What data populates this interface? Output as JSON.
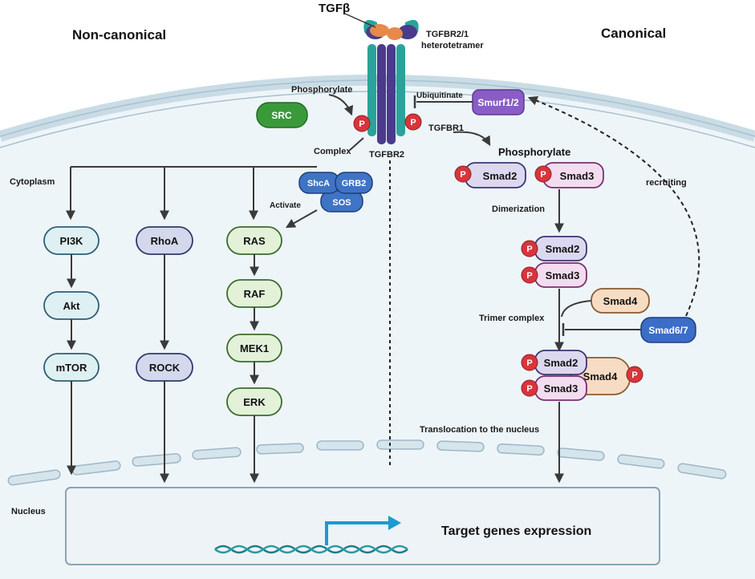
{
  "titles": {
    "non_canonical": "Non-canonical",
    "canonical": "Canonical"
  },
  "receptor": {
    "ligand": "TGFβ",
    "complex_label_1": "TGFBR2/1",
    "complex_label_2": "heterotetramer",
    "tgfbr2": "TGFBR2",
    "tgfbr1": "TGFBR1"
  },
  "labels": {
    "phosphorylate_src": "Phosphorylate",
    "ubiquitinate": "Ubiquitinate",
    "complex": "Complex",
    "cytoplasm": "Cytoplasm",
    "activate": "Activate",
    "phosphorylate_smad": "Phosphorylate",
    "recruiting": "recruiting",
    "dimerization": "Dimerization",
    "trimer_complex": "Trimer complex",
    "translocation": "Translocation to the nucleus",
    "nucleus": "Nucleus",
    "target_genes": "Target genes expression",
    "p": "P"
  },
  "nodes": {
    "src": "SRC",
    "smurf": "Smurf1/2",
    "shca": "ShcA",
    "grb2": "GRB2",
    "sos": "SOS",
    "pi3k": "PI3K",
    "akt": "Akt",
    "mtor": "mTOR",
    "rhoa": "RhoA",
    "rock": "ROCK",
    "ras": "RAS",
    "raf": "RAF",
    "mek1": "MEK1",
    "erk": "ERK",
    "smad2": "Smad2",
    "smad3": "Smad3",
    "smad4": "Smad4",
    "smad67": "Smad6/7"
  },
  "colors": {
    "membrane": "#c9dce6",
    "cytoplasm_bg": "#eef5f9",
    "nucleus_bg": "#eef3f7",
    "pi3k_path": "#dff0f3",
    "rhoa_path": "#d4d8ec",
    "ras_path": "#e3f1d9",
    "smad2": "#dcd8f0",
    "smad3": "#f4dcf0",
    "smad4": "#f7dcc4",
    "p_badge": "#d8353b",
    "smurf": "#8a5cc5",
    "smad67": "#3b6dc9",
    "shc_complex": "#3f74c4",
    "src": "#3a9a3a",
    "receptor_teal": "#2aa39a",
    "receptor_purple": "#4a3b8c",
    "ligand_orange": "#e8894a",
    "promoter_arrow": "#1b9bd1",
    "dna": "#1f7c8a"
  }
}
